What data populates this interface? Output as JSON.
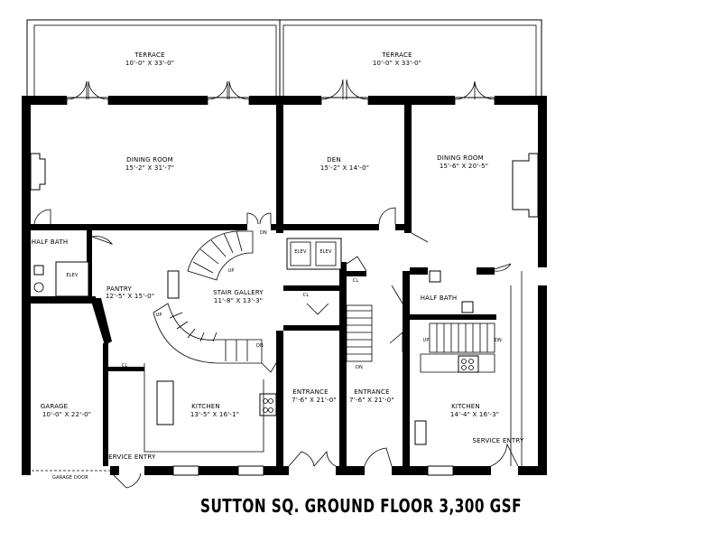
{
  "title": "SUTTON SQ. GROUND FLOOR 3,300 GSF",
  "rooms": [
    {
      "key": "terrace_left",
      "name": "TERRACE",
      "dims": "10'-0\" X 33'-0\""
    },
    {
      "key": "terrace_right",
      "name": "TERRACE",
      "dims": "10'-0\" X 33'-0\""
    },
    {
      "key": "dining_left",
      "name": "DINING ROOM",
      "dims": "15'-2\" X 31'-7\""
    },
    {
      "key": "den",
      "name": "DEN",
      "dims": "15'-2\" X 14'-0\""
    },
    {
      "key": "dining_right",
      "name": "DINING ROOM",
      "dims": "15'-6\" X 20'-5\""
    },
    {
      "key": "pantry",
      "name": "PANTRY",
      "dims": "12'-5\" X 15'-0\""
    },
    {
      "key": "stair_gallery",
      "name": "STAIR GALLERY",
      "dims": "11'-8\" X 13'-3\""
    },
    {
      "key": "kitchen_left",
      "name": "KITCHEN",
      "dims": "13'-5\" X 16'-1\""
    },
    {
      "key": "entrance_left",
      "name": "ENTRANCE",
      "dims": "7'-6\" X 21'-0\""
    },
    {
      "key": "entrance_right",
      "name": "ENTRANCE",
      "dims": "7'-6\" X 21'-0\""
    },
    {
      "key": "kitchen_right",
      "name": "KITCHEN",
      "dims": "14'-4\" X 16'-3\""
    },
    {
      "key": "garage",
      "name": "GARAGE",
      "dims": "10'-0\" X 22'-0\""
    }
  ],
  "tags": {
    "half_bath_left": "HALF BATH",
    "half_bath_right": "HALF BATH",
    "elev": "ELEV",
    "cl": "CL",
    "up": "UP",
    "dn": "DN",
    "service_entry": "SERVICE ENTRY",
    "service_entry_right": "SERVICE ENTRY",
    "garage_door": "GARAGE DOOR"
  }
}
